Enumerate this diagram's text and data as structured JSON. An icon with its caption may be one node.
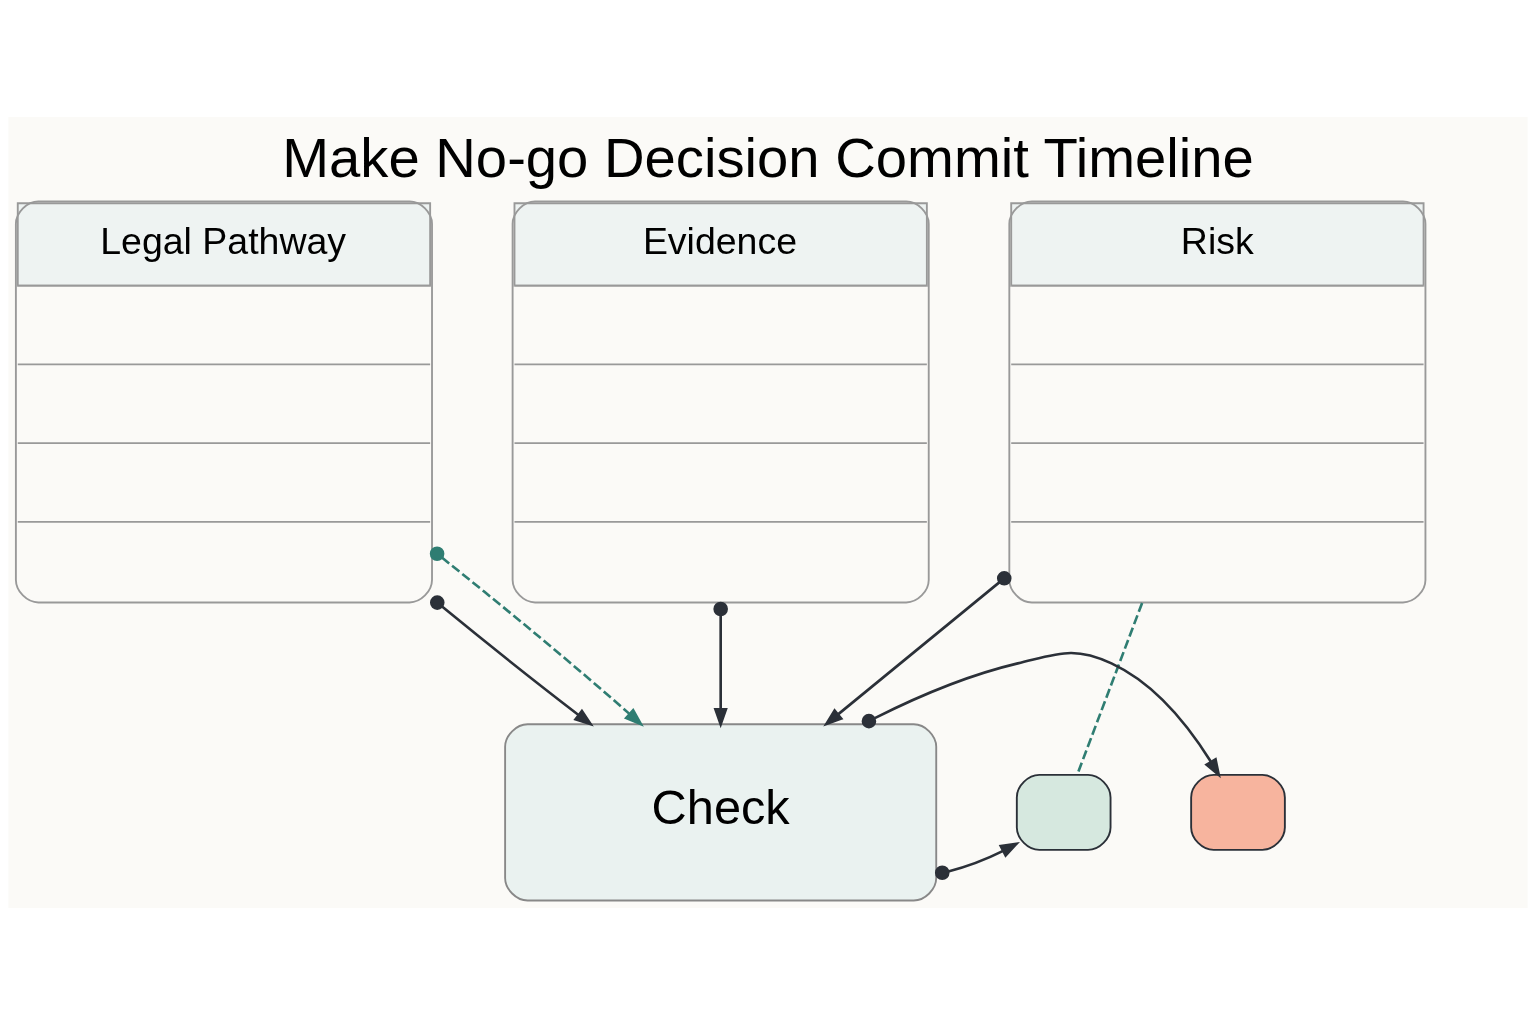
{
  "diagram": {
    "title": "Make No-go Decision Commit Timeline",
    "nodes": [
      {
        "text": [
          "Legal Pathway"
        ]
      },
      {
        "text": [
          "Evidence"
        ]
      },
      {
        "text": [
          "Risk"
        ]
      },
      {
        "text": [
          "Check"
        ]
      },
      {
        "text": [],
        "shape": "box"
      },
      {
        "text": [],
        "shape": "box"
      }
    ],
    "edges": [
      {
        "from": 0,
        "to": 3,
        "arrow": "to"
      },
      {
        "from": 1,
        "to": 3,
        "arrow": "to"
      },
      {
        "from": 2,
        "to": 3,
        "arrow": "to"
      },
      {
        "from": 0,
        "to": 3,
        "arrow": "to",
        "style": "dashed",
        "color": "#2f7d72"
      },
      {
        "from": 2,
        "to": 4,
        "arrow": "none",
        "style": "dashed",
        "color": "#2f7d72"
      },
      {
        "from": 3,
        "to": 4,
        "arrow": "to"
      },
      {
        "from": 3,
        "to": 5,
        "arrow": "to"
      }
    ]
  }
}
